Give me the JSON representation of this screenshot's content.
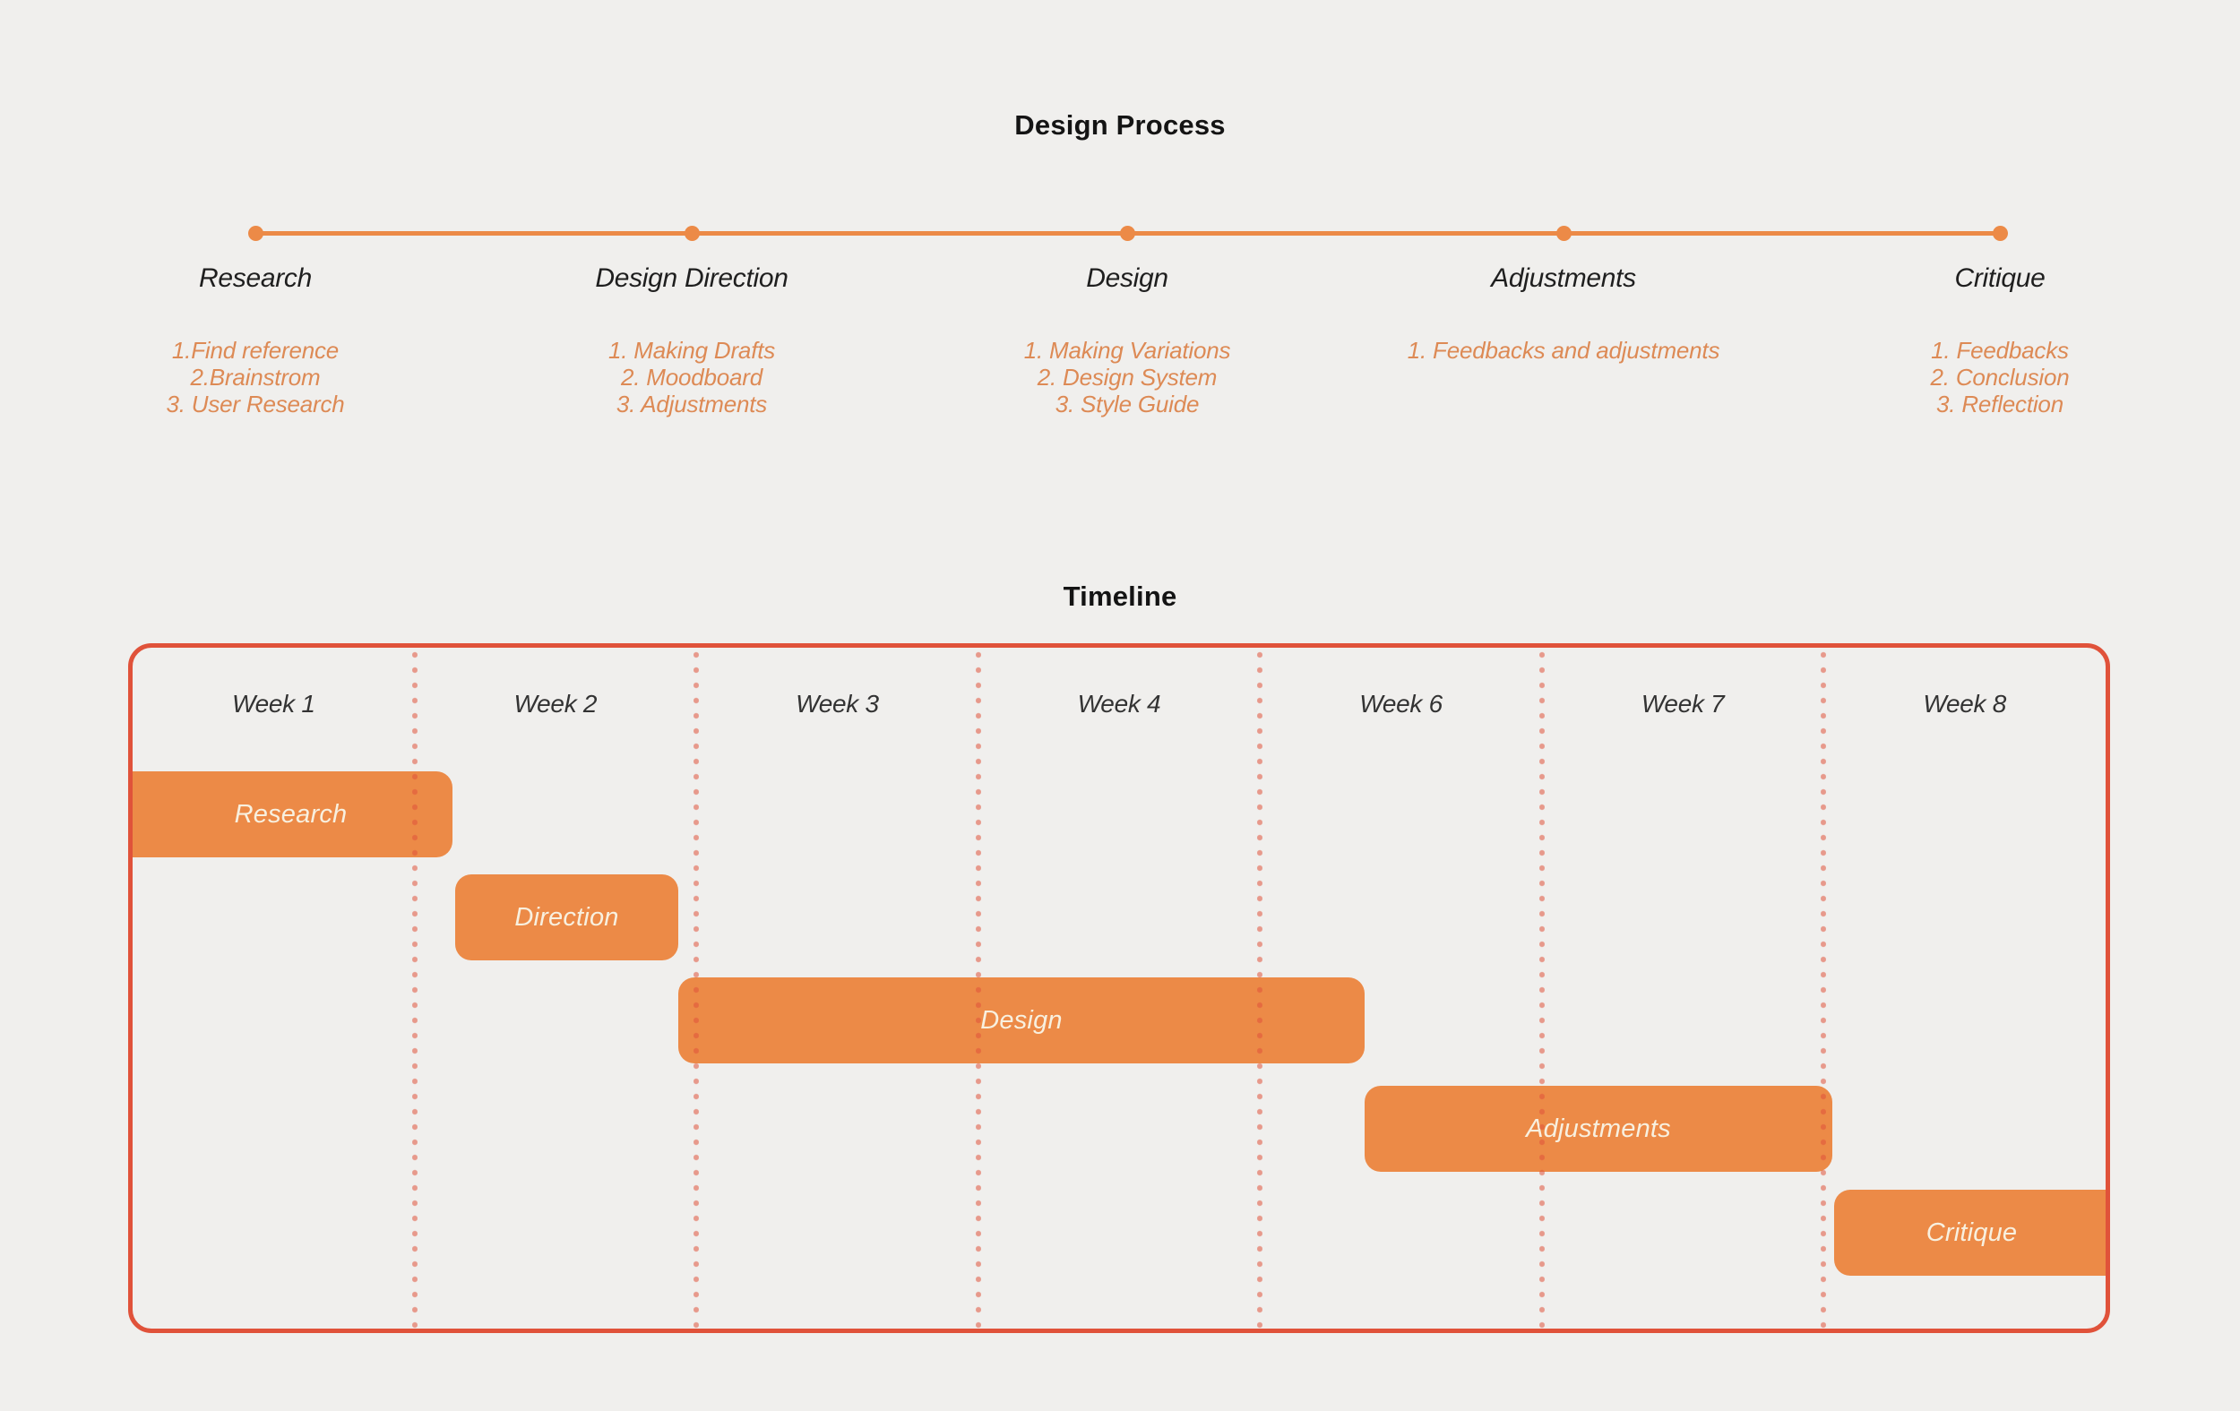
{
  "colors": {
    "background": "#F0EFED",
    "accent_orange": "#EC8A47",
    "border_red": "#E0523A",
    "dotted_line": "rgba(224,82,58,0.55)",
    "list_text": "#DD8A55",
    "bar_label": "#F8F0DF",
    "heading_text": "#141414",
    "label_text": "#1F1F1F",
    "week_text": "#333333"
  },
  "process": {
    "title": "Design Process",
    "stages": [
      {
        "name": "Research",
        "items": [
          "1.Find reference",
          "2.Brainstrom",
          "3. User Research"
        ]
      },
      {
        "name": "Design Direction",
        "items": [
          "1. Making Drafts",
          "2. Moodboard",
          "3. Adjustments"
        ]
      },
      {
        "name": "Design",
        "items": [
          "1. Making Variations",
          "2. Design System",
          "3. Style Guide"
        ]
      },
      {
        "name": "Adjustments",
        "items": [
          "1. Feedbacks and adjustments"
        ]
      },
      {
        "name": "Critique",
        "items": [
          "1. Feedbacks",
          "2. Conclusion",
          "3. Reflection"
        ]
      }
    ]
  },
  "timeline": {
    "title": "Timeline",
    "weeks": [
      "Week 1",
      "Week 2",
      "Week 3",
      "Week 4",
      "Week 6",
      "Week 7",
      "Week 8"
    ],
    "bars": [
      {
        "label": "Research",
        "span": "Week 1"
      },
      {
        "label": "Direction",
        "span": "Week 2"
      },
      {
        "label": "Design",
        "span": "Week 3 – Week 4"
      },
      {
        "label": "Adjustments",
        "span": "Week 6 – Week 7"
      },
      {
        "label": "Critique",
        "span": "Week 8"
      }
    ]
  }
}
